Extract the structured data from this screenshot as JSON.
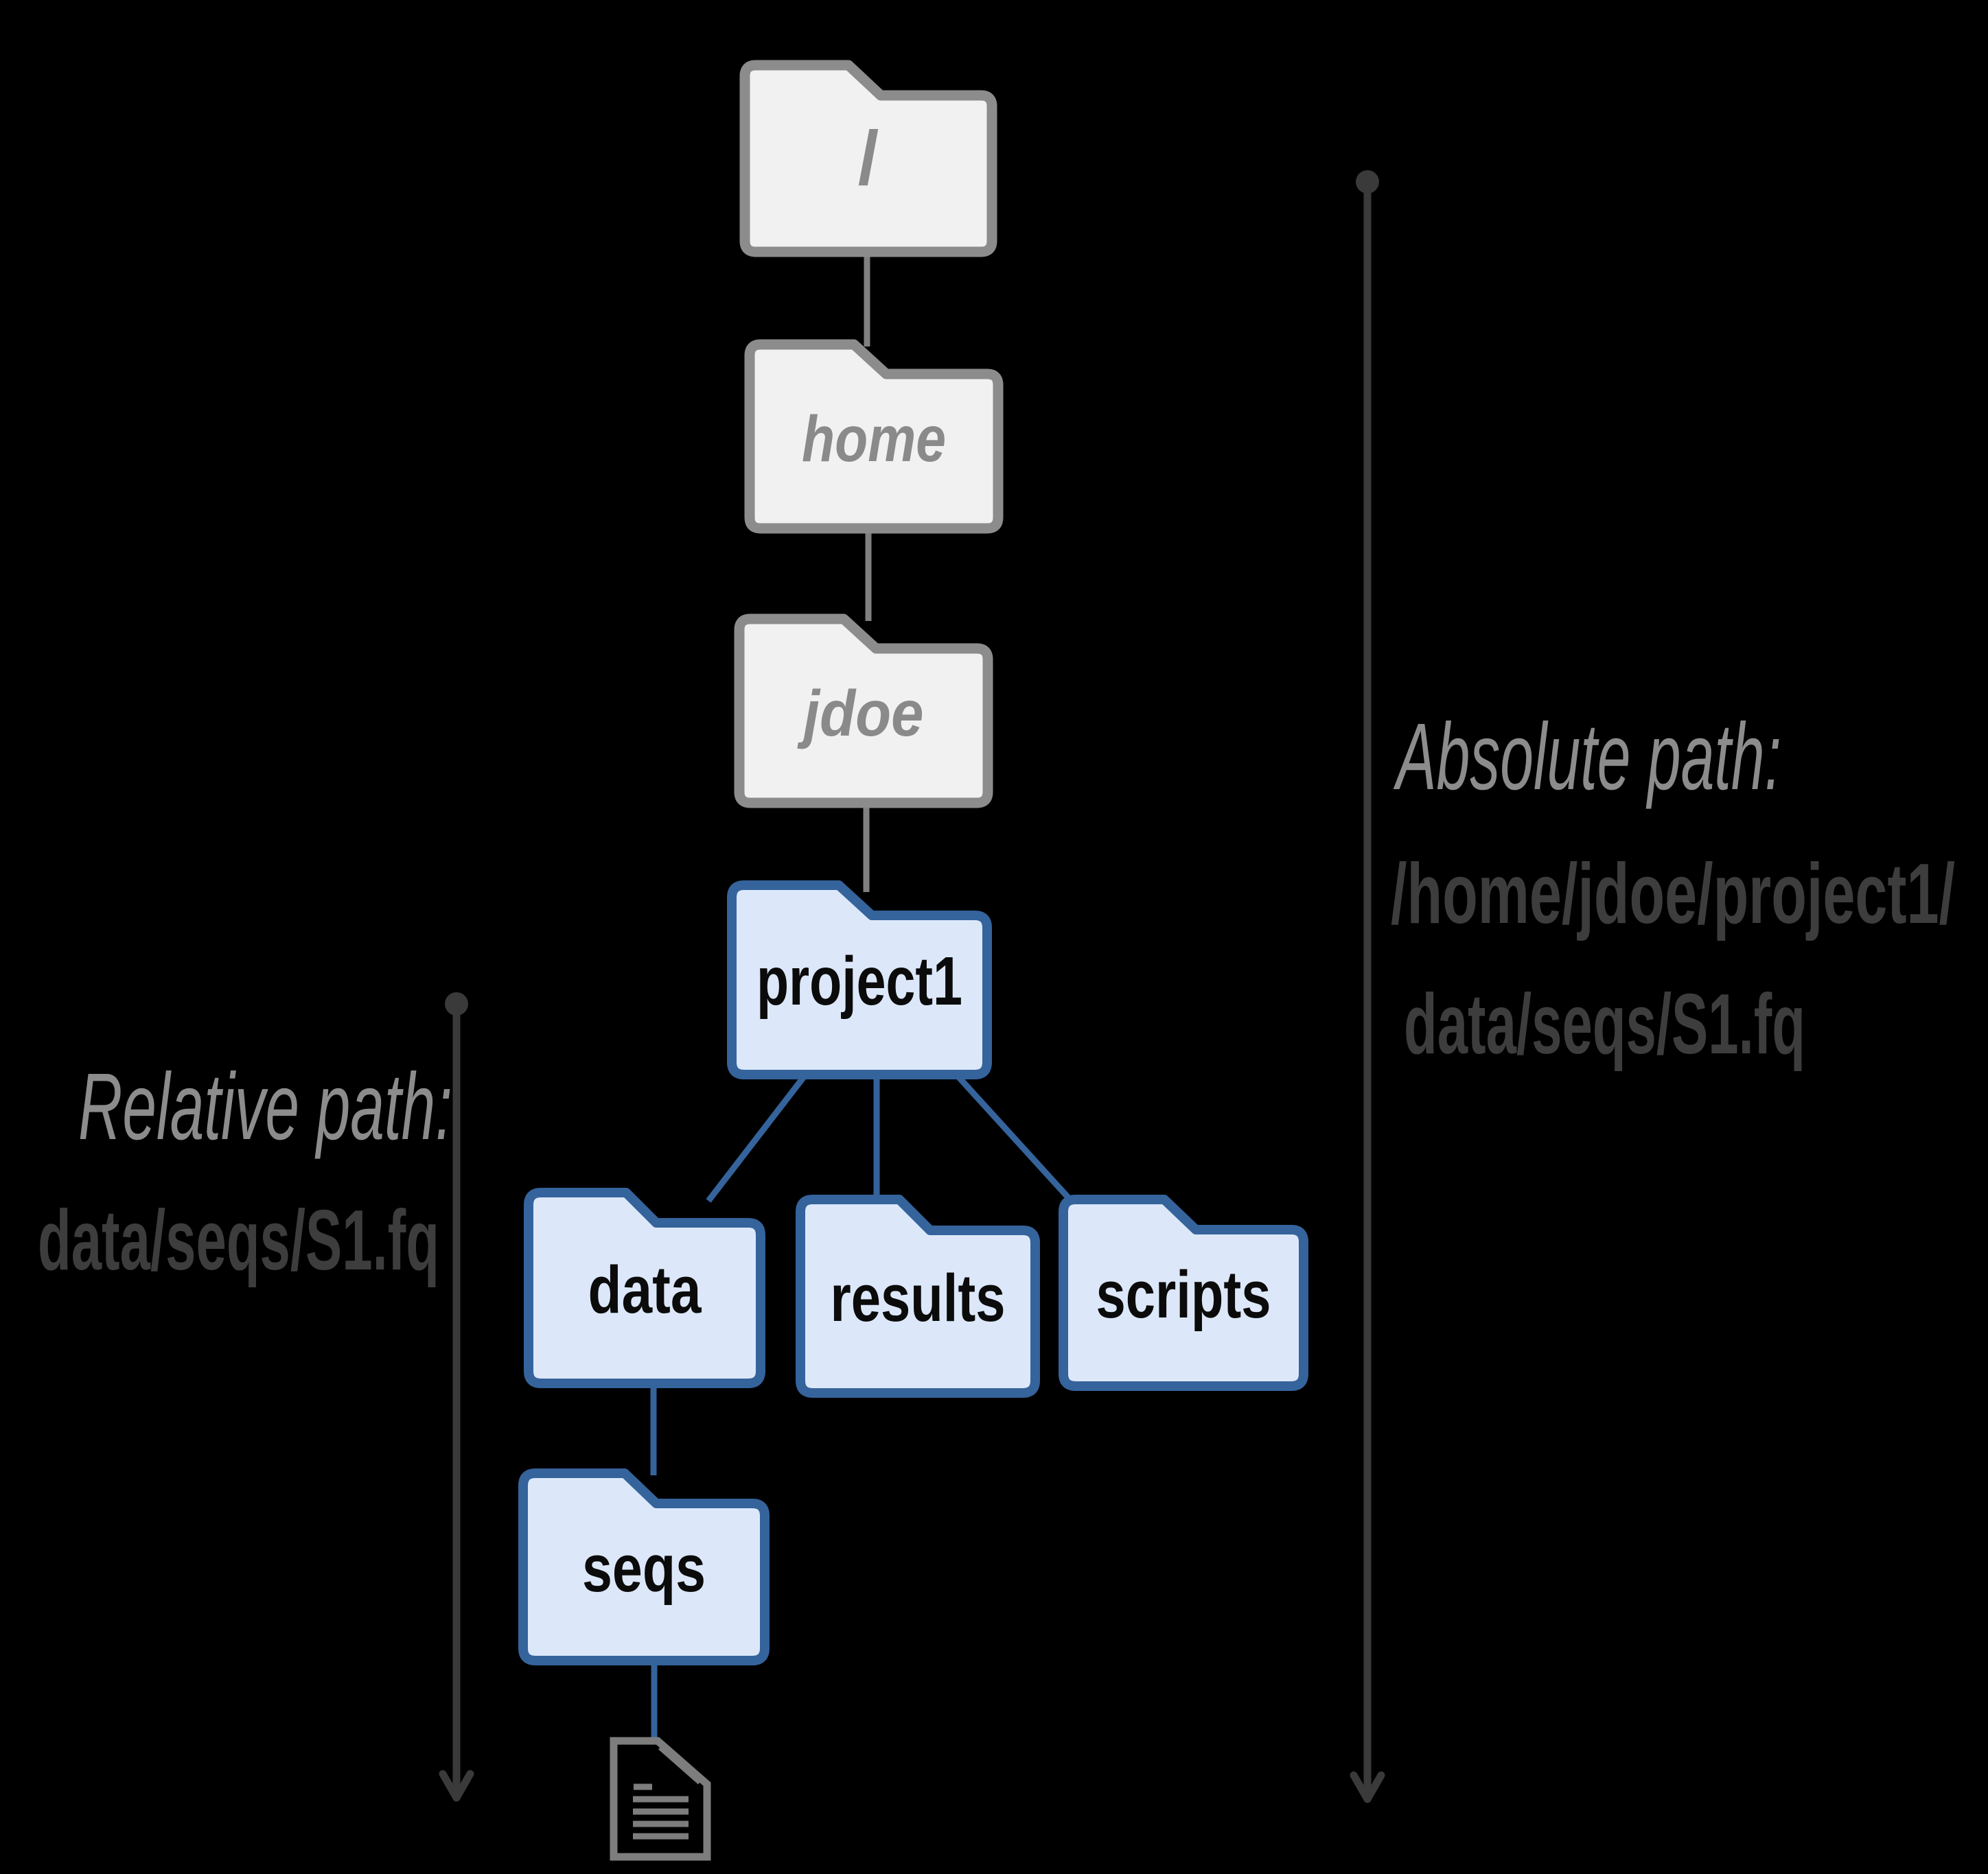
{
  "diagram": {
    "type": "filesystem-tree",
    "background": "#000000"
  },
  "nodes": {
    "root": {
      "label": "/",
      "style": "gray",
      "icon": "folder-icon"
    },
    "home": {
      "label": "home",
      "style": "gray",
      "icon": "folder-icon"
    },
    "jdoe": {
      "label": "jdoe",
      "style": "gray",
      "icon": "folder-icon"
    },
    "project1": {
      "label": "project1",
      "style": "blue",
      "icon": "folder-icon"
    },
    "data": {
      "label": "data",
      "style": "blue",
      "icon": "folder-icon"
    },
    "results": {
      "label": "results",
      "style": "blue",
      "icon": "folder-icon"
    },
    "scripts": {
      "label": "scripts",
      "style": "blue",
      "icon": "folder-icon"
    },
    "seqs": {
      "label": "seqs",
      "style": "blue",
      "icon": "folder-icon"
    },
    "file": {
      "label": "",
      "style": "gray",
      "icon": "document-icon"
    }
  },
  "edges": [
    {
      "from": "root",
      "to": "home",
      "color": "gray"
    },
    {
      "from": "home",
      "to": "jdoe",
      "color": "gray"
    },
    {
      "from": "jdoe",
      "to": "project1",
      "color": "gray"
    },
    {
      "from": "project1",
      "to": "data",
      "color": "blue"
    },
    {
      "from": "project1",
      "to": "results",
      "color": "blue"
    },
    {
      "from": "project1",
      "to": "scripts",
      "color": "blue"
    },
    {
      "from": "data",
      "to": "seqs",
      "color": "blue"
    },
    {
      "from": "seqs",
      "to": "file",
      "color": "blue"
    }
  ],
  "annotations": {
    "relative": {
      "heading": "Relative path:",
      "value": "data/seqs/S1.fq"
    },
    "absolute": {
      "heading": "Absolute path:",
      "path_line1": "/home/jdoe/project1/",
      "path_line2": "data/seqs/S1.fq"
    }
  },
  "colors": {
    "background": "#000000",
    "folder_gray_border": "#8c8c8c",
    "folder_gray_fill": "#f1f1f1",
    "folder_gray_text": "#8a8a8a",
    "folder_blue_border": "#35639c",
    "folder_blue_fill": "#dce8f9",
    "folder_blue_text": "#0b0b0b",
    "connector_gray": "#808080",
    "connector_blue": "#35639c",
    "arrow": "#3a3a3a",
    "annotation_heading": "#8c8c8c",
    "annotation_path": "#3d3d3d",
    "file_icon": "#7d7d7d"
  }
}
